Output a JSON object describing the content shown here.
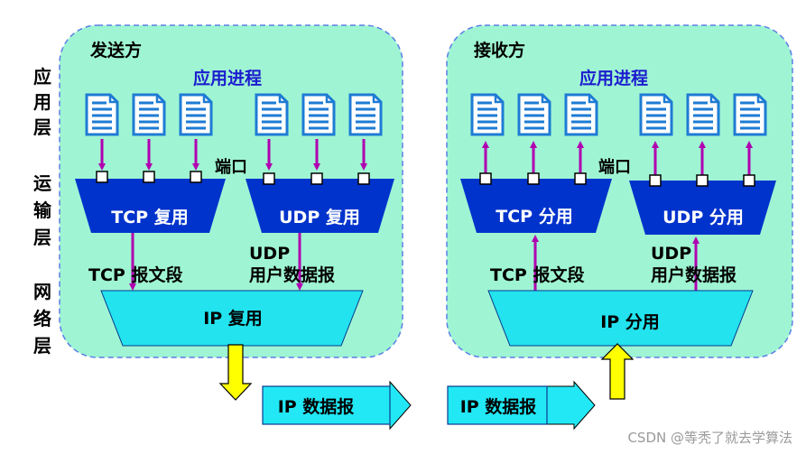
{
  "layers": {
    "application": [
      "应",
      "用",
      "层"
    ],
    "transport": [
      "运",
      "输",
      "层"
    ],
    "network": [
      "网",
      "络",
      "层"
    ]
  },
  "sender": {
    "title": "发送方",
    "app_process": "应用进程",
    "port": "端口",
    "tcp_box": "TCP 复用",
    "udp_box": "UDP 复用",
    "tcp_segment": "TCP 报文段",
    "udp_line1": "UDP",
    "udp_line2": "用户数据报",
    "ip_box": "IP 复用"
  },
  "receiver": {
    "title": "接收方",
    "app_process": "应用进程",
    "port": "端口",
    "tcp_box": "TCP 分用",
    "udp_box": "UDP 分用",
    "tcp_segment": "TCP 报文段",
    "udp_line1": "UDP",
    "udp_line2": "用户数据报",
    "ip_box": "IP 分用"
  },
  "datagram_left": "IP 数据报",
  "datagram_right": "IP 数据报",
  "watermark": "CSDN @等秃了就去学算法",
  "colors": {
    "panel_fill": "#9ff5d3",
    "panel_border": "#5a7fe6",
    "mux_fill": "#0033cc",
    "ip_fill": "#22e3ee",
    "doc_icon": "#1e7bd4",
    "arrow": "#b000b0",
    "yellow": "#ffff00",
    "cyan_arrow": "#22e8f5",
    "title_blue": "#1c1ccf"
  }
}
